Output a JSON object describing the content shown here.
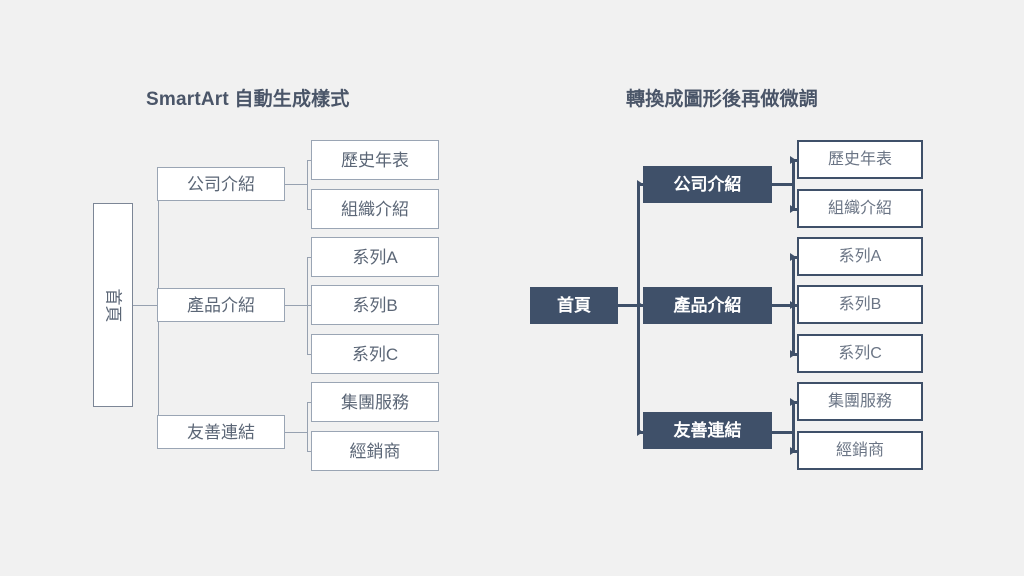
{
  "slide": {
    "background_color": "#f1f1f1"
  },
  "panels": [
    {
      "id": "left",
      "title": "SmartArt 自動生成樣式",
      "style_note": "auto",
      "colors": {
        "box_fill": "#ffffff",
        "box_border": "#9aa5b4",
        "text": "#5b6676",
        "connector": "#97a1b0"
      },
      "root": {
        "label": "首頁",
        "orientation": "vertical"
      },
      "branches": [
        {
          "label": "公司介紹",
          "children": [
            {
              "label": "歷史年表"
            },
            {
              "label": "組織介紹"
            }
          ]
        },
        {
          "label": "產品介紹",
          "children": [
            {
              "label": "系列A"
            },
            {
              "label": "系列B"
            },
            {
              "label": "系列C"
            }
          ]
        },
        {
          "label": "友善連結",
          "children": [
            {
              "label": "集團服務"
            },
            {
              "label": "經銷商"
            }
          ]
        }
      ]
    },
    {
      "id": "right",
      "title": "轉換成圖形後再做微調",
      "style_note": "tuned",
      "colors": {
        "filled_box": "#3f5069",
        "filled_text": "#ffffff",
        "open_box_fill": "#ffffff",
        "open_box_border": "#3f5069",
        "open_box_text": "#6b7585",
        "connector": "#3f5069"
      },
      "root": {
        "label": "首頁",
        "orientation": "horizontal"
      },
      "branches": [
        {
          "label": "公司介紹",
          "children": [
            {
              "label": "歷史年表"
            },
            {
              "label": "組織介紹"
            }
          ]
        },
        {
          "label": "產品介紹",
          "children": [
            {
              "label": "系列A"
            },
            {
              "label": "系列B"
            },
            {
              "label": "系列C"
            }
          ]
        },
        {
          "label": "友善連結",
          "children": [
            {
              "label": "集團服務"
            },
            {
              "label": "經銷商"
            }
          ]
        }
      ]
    }
  ]
}
